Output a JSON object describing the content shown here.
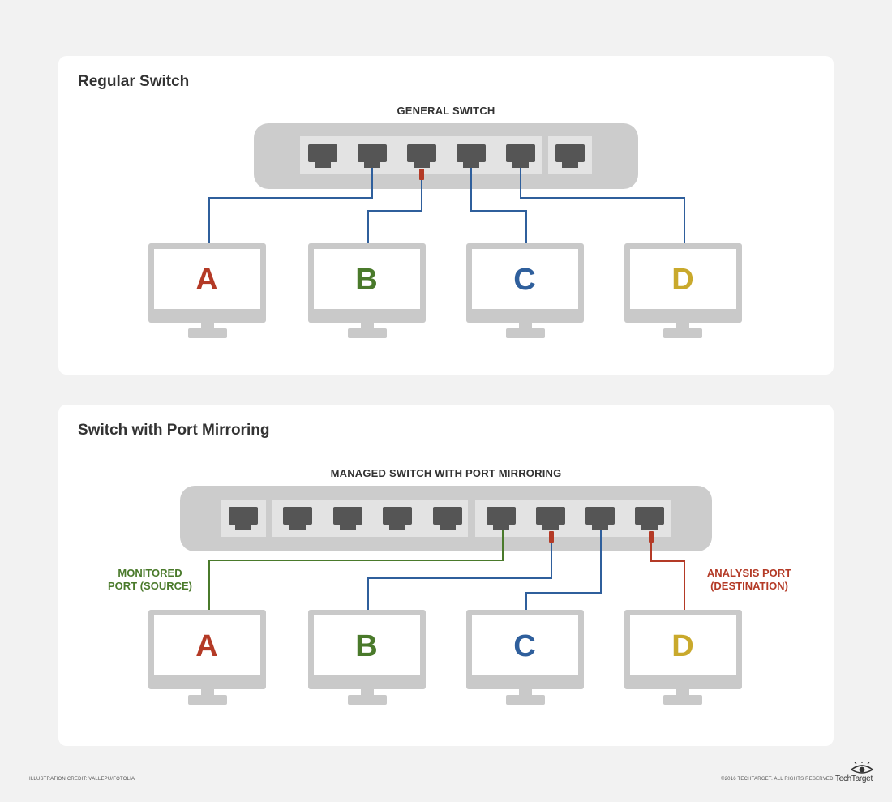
{
  "colors": {
    "a": "#b43a26",
    "b": "#4a7a2b",
    "c": "#2f5f9c",
    "d": "#c9a92c",
    "link": "#2f5f9c",
    "monitored": "#4a7a2b",
    "analysis": "#b43a26",
    "switch_body": "#cccccc",
    "port_bay": "#e3e3e3",
    "port": "#555555",
    "monitor": "#c9c9c9"
  },
  "top": {
    "title": "Regular Switch",
    "switch_label": "GENERAL SWITCH",
    "computers": [
      "A",
      "B",
      "C",
      "D"
    ]
  },
  "bottom": {
    "title": "Switch with Port Mirroring",
    "switch_label": "MANAGED SWITCH WITH PORT MIRRORING",
    "computers": [
      "A",
      "B",
      "C",
      "D"
    ],
    "monitored": {
      "line1": "MONITORED",
      "line2": "PORT (SOURCE)"
    },
    "analysis": {
      "line1": "ANALYSIS PORT",
      "line2": "(DESTINATION)"
    }
  },
  "footer": {
    "credit": "ILLUSTRATION CREDIT: VALLEPU/FOTOLIA",
    "copyright": "©2016 TECHTARGET. ALL RIGHTS RESERVED",
    "brand": "TechTarget",
    "brand_icon": "eye-icon"
  }
}
